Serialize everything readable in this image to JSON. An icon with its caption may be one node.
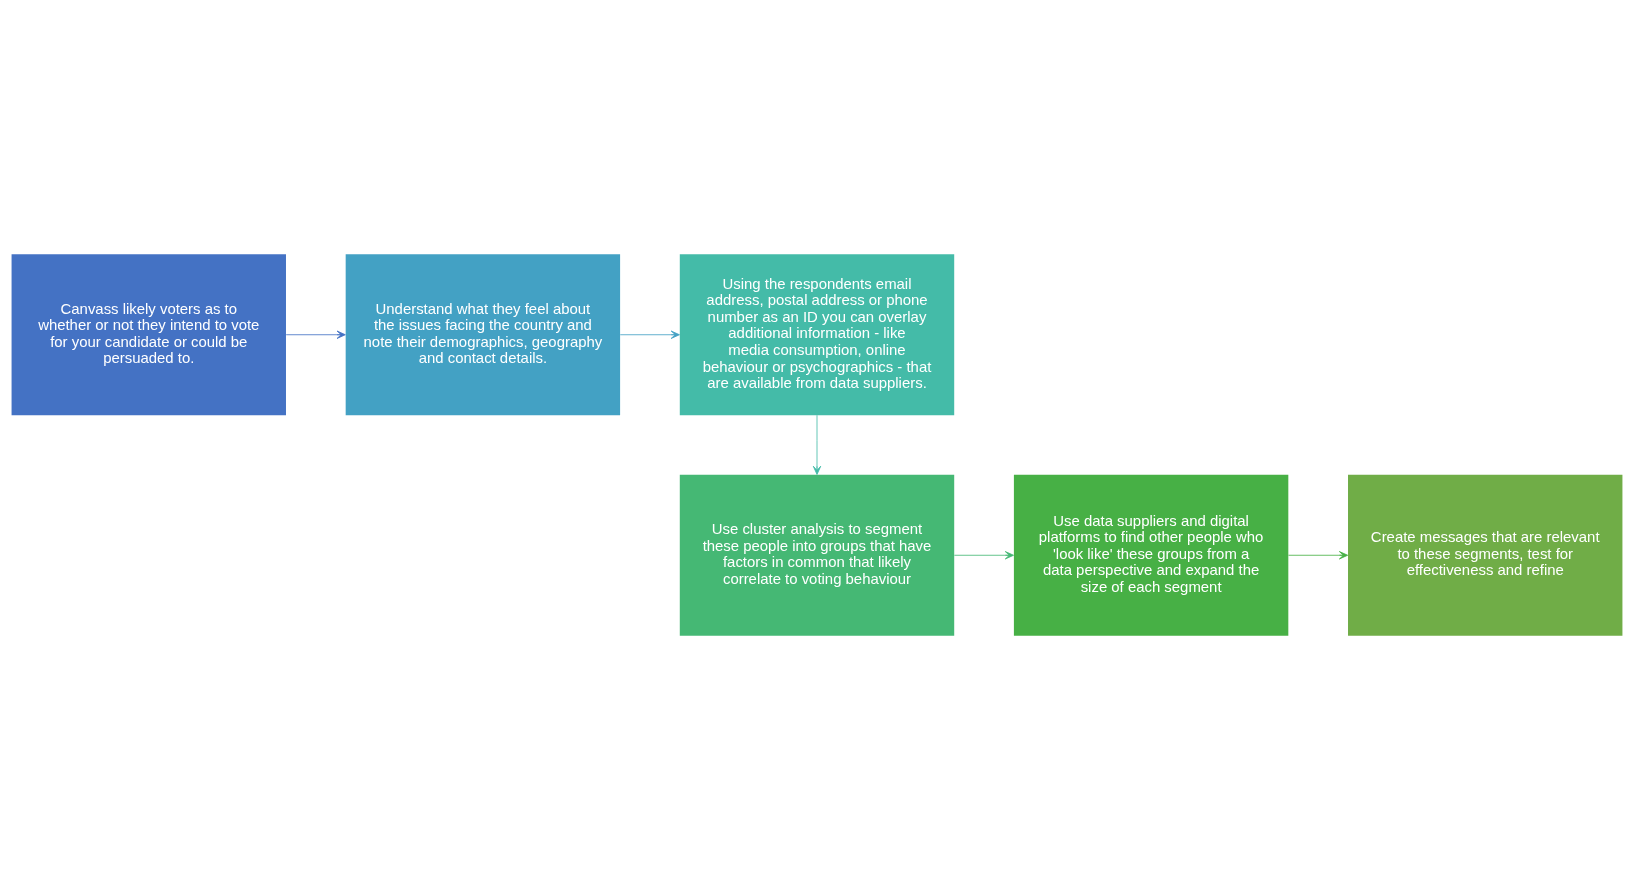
{
  "diagram": {
    "nodes": [
      {
        "text": [
          "Canvass likely voters as to whether or not they intend to vote for your candidate or could be persuaded to."
        ]
      },
      {
        "text": [
          "Understand what they feel about the issues facing the country and note their demographics, geography and contact details."
        ]
      },
      {
        "text": [
          "Using the respondents email address, postal address or phone number as an ID you can overlay additional information - like media consumption, online behaviour or psychographics - that are available from data suppliers."
        ]
      },
      {
        "text": [
          "Use cluster analysis to segment these people into groups that have factors in common that likely correlate to voting behaviour"
        ]
      },
      {
        "text": [
          "Use data suppliers and digital platforms to find other people who 'look like' these groups from a data perspective and expand the size of each segment"
        ]
      },
      {
        "text": [
          "Create messages that are relevant to these segments, test for effectiveness and refine"
        ]
      }
    ],
    "edges": [
      {
        "from": 0,
        "to": 1,
        "arrow": "to",
        "color": "#4472c4"
      },
      {
        "from": 1,
        "to": 2,
        "arrow": "to",
        "color": "#43a1c4"
      },
      {
        "from": 2,
        "to": 3,
        "arrow": "to",
        "color": "#44bba8"
      },
      {
        "from": 3,
        "to": 4,
        "arrow": "to",
        "color": "#45b874"
      },
      {
        "from": 4,
        "to": 5,
        "arrow": "to",
        "color": "#47b045"
      }
    ]
  }
}
